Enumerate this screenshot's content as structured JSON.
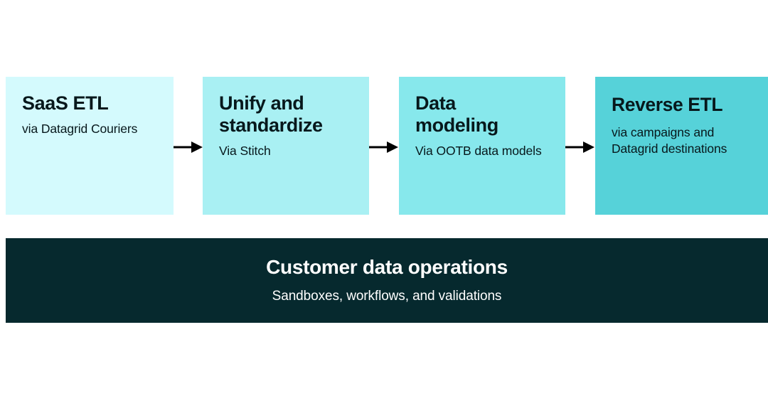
{
  "diagram": {
    "type": "process-flow",
    "background_color": "#ffffff",
    "stages": [
      {
        "id": "saas-etl",
        "title": "SaaS ETL",
        "subtitle": "via Datagrid Couriers",
        "color": "#d4fafd"
      },
      {
        "id": "unify-and-standardize",
        "title": "Unify and\nstandardize",
        "subtitle": "Via Stitch",
        "color": "#a9f0f3"
      },
      {
        "id": "data-modeling",
        "title": "Data\nmodeling",
        "subtitle": "Via OOTB data models",
        "color": "#87e8ec"
      },
      {
        "id": "reverse-etl",
        "title": "Reverse ETL",
        "subtitle": "via campaigns and\nDatagrid destinations",
        "color": "#56d2d9"
      }
    ],
    "connectors": [
      {
        "id": "arrow-1",
        "icon": "arrow-right-icon",
        "from": "saas-etl",
        "to": "unify-and-standardize",
        "color": "#000000"
      },
      {
        "id": "arrow-2",
        "icon": "arrow-right-icon",
        "from": "unify-and-standardize",
        "to": "data-modeling",
        "color": "#000000"
      },
      {
        "id": "arrow-3",
        "icon": "arrow-right-icon",
        "from": "data-modeling",
        "to": "reverse-etl",
        "color": "#000000"
      }
    ],
    "banner": {
      "title": "Customer data operations",
      "subtitle": "Sandboxes, workflows, and validations",
      "background_color": "#06292e",
      "text_color": "#ffffff"
    }
  }
}
